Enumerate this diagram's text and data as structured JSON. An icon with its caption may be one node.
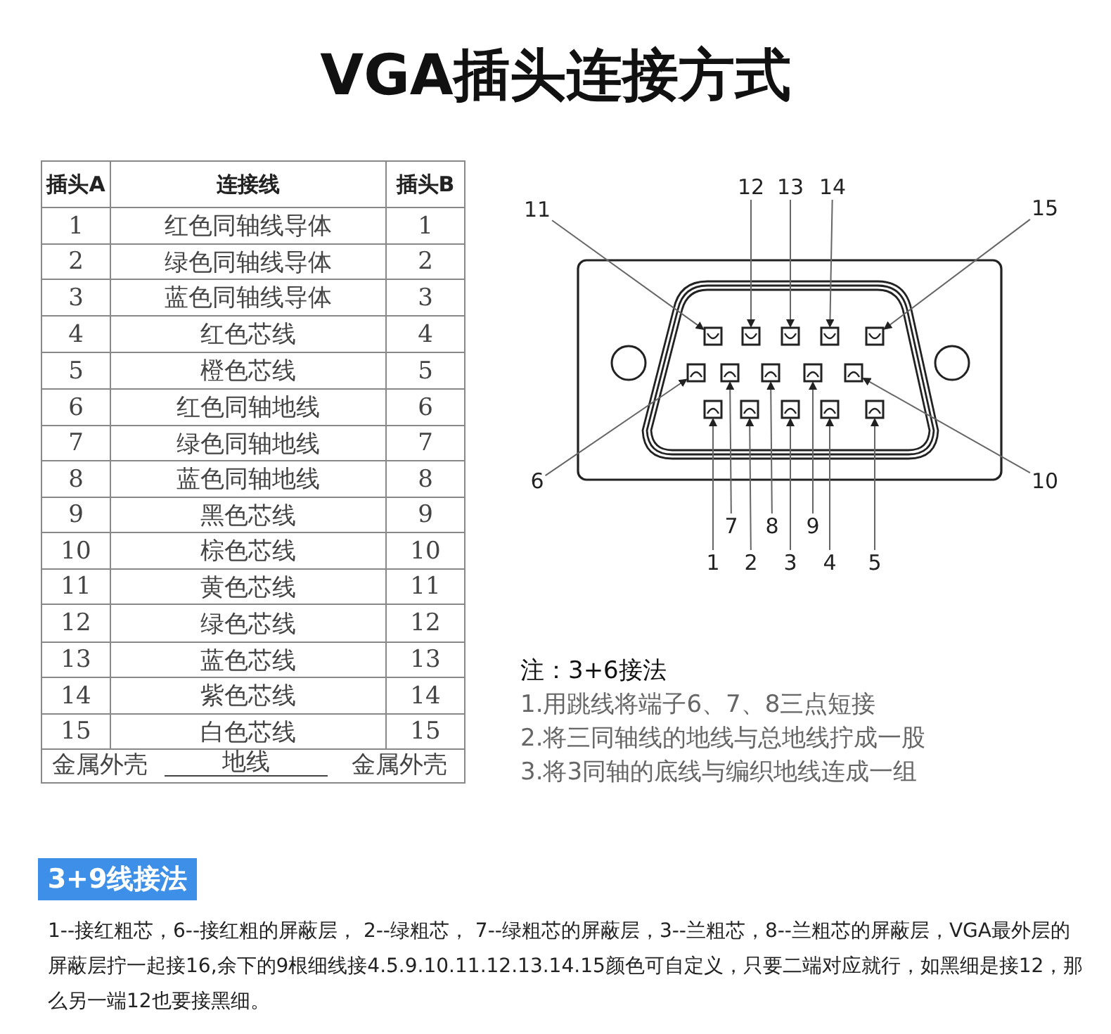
{
  "diagram": {
    "title": "VGA插头连接方式",
    "nodes": [
      {
        "text": [
          "1"
        ]
      },
      {
        "text": [
          "2"
        ]
      },
      {
        "text": [
          "3"
        ]
      },
      {
        "text": [
          "4"
        ]
      },
      {
        "text": [
          "5"
        ]
      },
      {
        "text": [
          "6"
        ]
      },
      {
        "text": [
          "7"
        ]
      },
      {
        "text": [
          "8"
        ]
      },
      {
        "text": [
          "9"
        ]
      },
      {
        "text": [
          "10"
        ]
      },
      {
        "text": [
          "11"
        ]
      },
      {
        "text": [
          "12"
        ]
      },
      {
        "text": [
          "13"
        ]
      },
      {
        "text": [
          "14"
        ]
      },
      {
        "text": [
          "15"
        ]
      },
      {
        "text": [],
        "shape": "box"
      },
      {
        "text": [],
        "shape": "box"
      },
      {
        "text": [],
        "shape": "box"
      },
      {
        "text": [],
        "shape": "box"
      },
      {
        "text": [],
        "shape": "box"
      },
      {
        "text": [],
        "shape": "box"
      },
      {
        "text": [],
        "shape": "box"
      },
      {
        "text": [],
        "shape": "box"
      },
      {
        "text": [],
        "shape": "box"
      },
      {
        "text": [],
        "shape": "box"
      },
      {
        "text": [],
        "shape": "box"
      },
      {
        "text": [],
        "shape": "box"
      },
      {
        "text": [],
        "shape": "box"
      },
      {
        "text": [],
        "shape": "box"
      },
      {
        "text": [],
        "shape": "box"
      },
      {
        "text": [
          "3+9线接法"
        ]
      }
    ],
    "edges": [
      {
        "from": 0,
        "to": 15,
        "arrow": "to"
      },
      {
        "from": 1,
        "to": 16,
        "arrow": "to"
      },
      {
        "from": 2,
        "to": 17,
        "arrow": "to"
      },
      {
        "from": 3,
        "to": 18,
        "arrow": "to"
      },
      {
        "from": 4,
        "to": 19,
        "arrow": "to"
      },
      {
        "from": 5,
        "to": 20,
        "arrow": "to"
      },
      {
        "from": 6,
        "to": 21,
        "arrow": "to"
      },
      {
        "from": 7,
        "to": 22,
        "arrow": "to"
      },
      {
        "from": 8,
        "to": 23,
        "arrow": "to"
      },
      {
        "from": 9,
        "to": 24,
        "arrow": "to"
      },
      {
        "from": 10,
        "to": 25,
        "arrow": "to"
      },
      {
        "from": 11,
        "to": 26,
        "arrow": "to"
      },
      {
        "from": 12,
        "to": 27,
        "arrow": "to"
      },
      {
        "from": 13,
        "to": 28,
        "arrow": "to"
      },
      {
        "from": 14,
        "to": 29,
        "arrow": "to"
      }
    ],
    "labels": [
      "插头A",
      "连接线",
      "插头B",
      "1",
      "红色同轴线导体",
      "1",
      "2",
      "绿色同轴线导体",
      "2",
      "3",
      "蓝色同轴线导体",
      "3",
      "4",
      "红色芯线",
      "4",
      "5",
      "橙色芯线",
      "5",
      "6",
      "红色同轴地线",
      "6",
      "7",
      "绿色同轴地线",
      "7",
      "8",
      "蓝色同轴地线",
      "8",
      "9",
      "黑色芯线",
      "9",
      "10",
      "棕色芯线",
      "10",
      "11",
      "黄色芯线",
      "11",
      "12",
      "绿色芯线",
      "12",
      "13",
      "蓝色芯线",
      "13",
      "14",
      "紫色芯线",
      "14",
      "15",
      "白色芯线",
      "15",
      "金属外壳",
      "地线",
      "金属外壳",
      "注：3+6接法",
      "1.用跳线将端子6、7、8三点短接",
      "2.将三同轴线的地线与总地线拧成一股",
      "3.将3同轴的底线与编织地线连成一组",
      "1--接红粗芯，6--接红粗的屏蔽层， 2--绿粗芯， 7--绿粗芯的屏蔽层，3--兰粗芯，8--兰粗芯的屏蔽层，VGA最外层的屏蔽层拧一起接16,余下的9根细线接4.5.9.10.11.12.13.14.15颜色可自定义，只要二端对应就行，如黑细是接12，那么另一端12也要接黑细。"
    ]
  }
}
